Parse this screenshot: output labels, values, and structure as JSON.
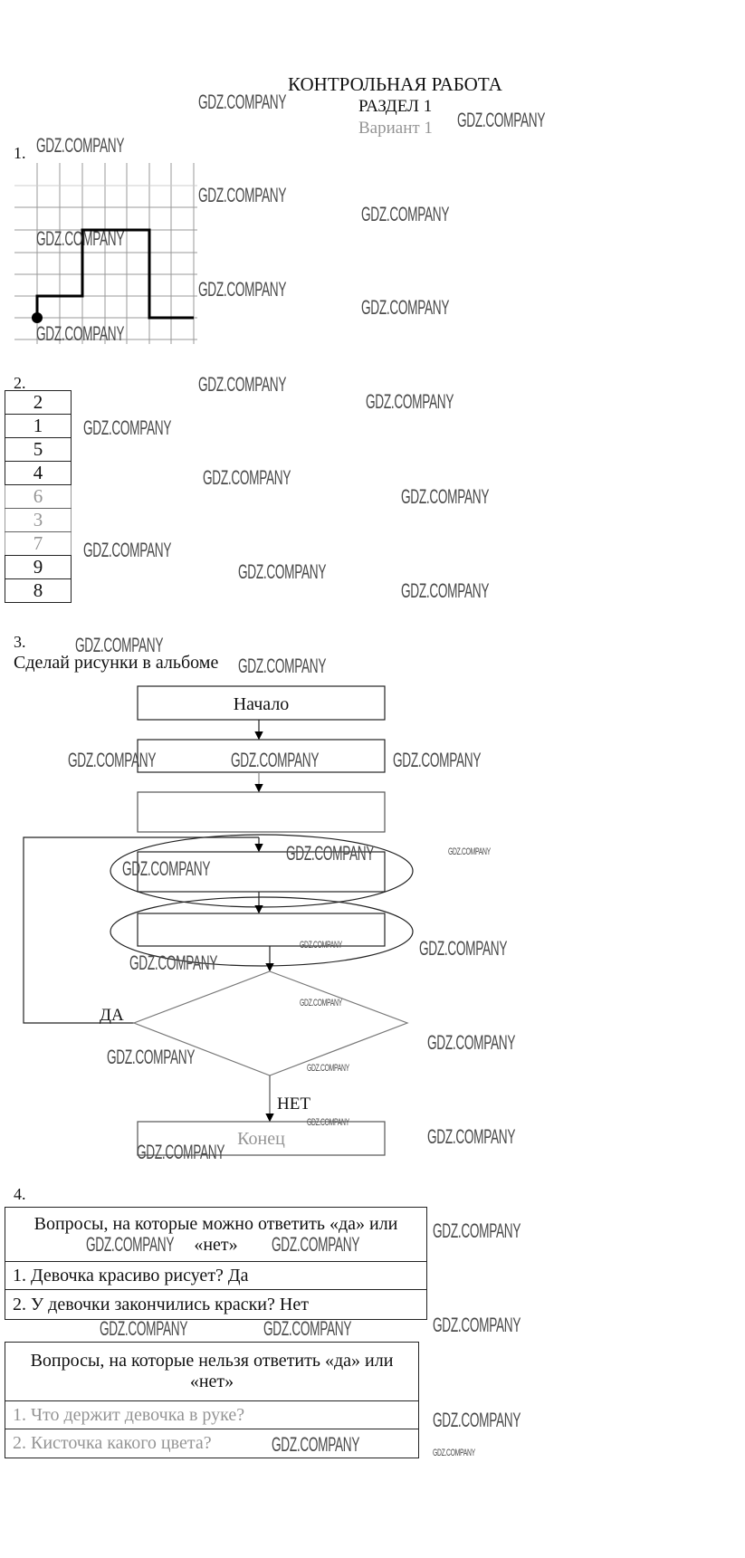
{
  "header": {
    "title": "КОНТРОЛЬНАЯ РАБОТА",
    "section": "РАЗДЕЛ 1",
    "variant": "Вариант 1"
  },
  "watermark": "GDZ.COMPANY",
  "task1": {
    "number": "1."
  },
  "task2": {
    "number": "2.",
    "sequence": [
      "2",
      "1",
      "5",
      "4",
      "6",
      "3",
      "7",
      "9",
      "8"
    ]
  },
  "task3": {
    "number": "3.",
    "instruction": "Сделай рисунки в альбоме",
    "flowchart": {
      "start": "Начало",
      "end": "Конец",
      "yes": "ДА",
      "no": "НЕТ"
    }
  },
  "task4": {
    "number": "4.",
    "table_yes_no": {
      "header": "Вопросы, на которые можно ответить «да» или «нет»",
      "rows": [
        "1.  Девочка красиво рисует? Да",
        "2.  У девочки закончились краски? Нет"
      ]
    },
    "table_open": {
      "header": "Вопросы, на которые нельзя ответить «да» или «нет»",
      "rows": [
        "1. Что держит девочка в руке?",
        "2. Кисточка какого цвета?"
      ]
    }
  }
}
